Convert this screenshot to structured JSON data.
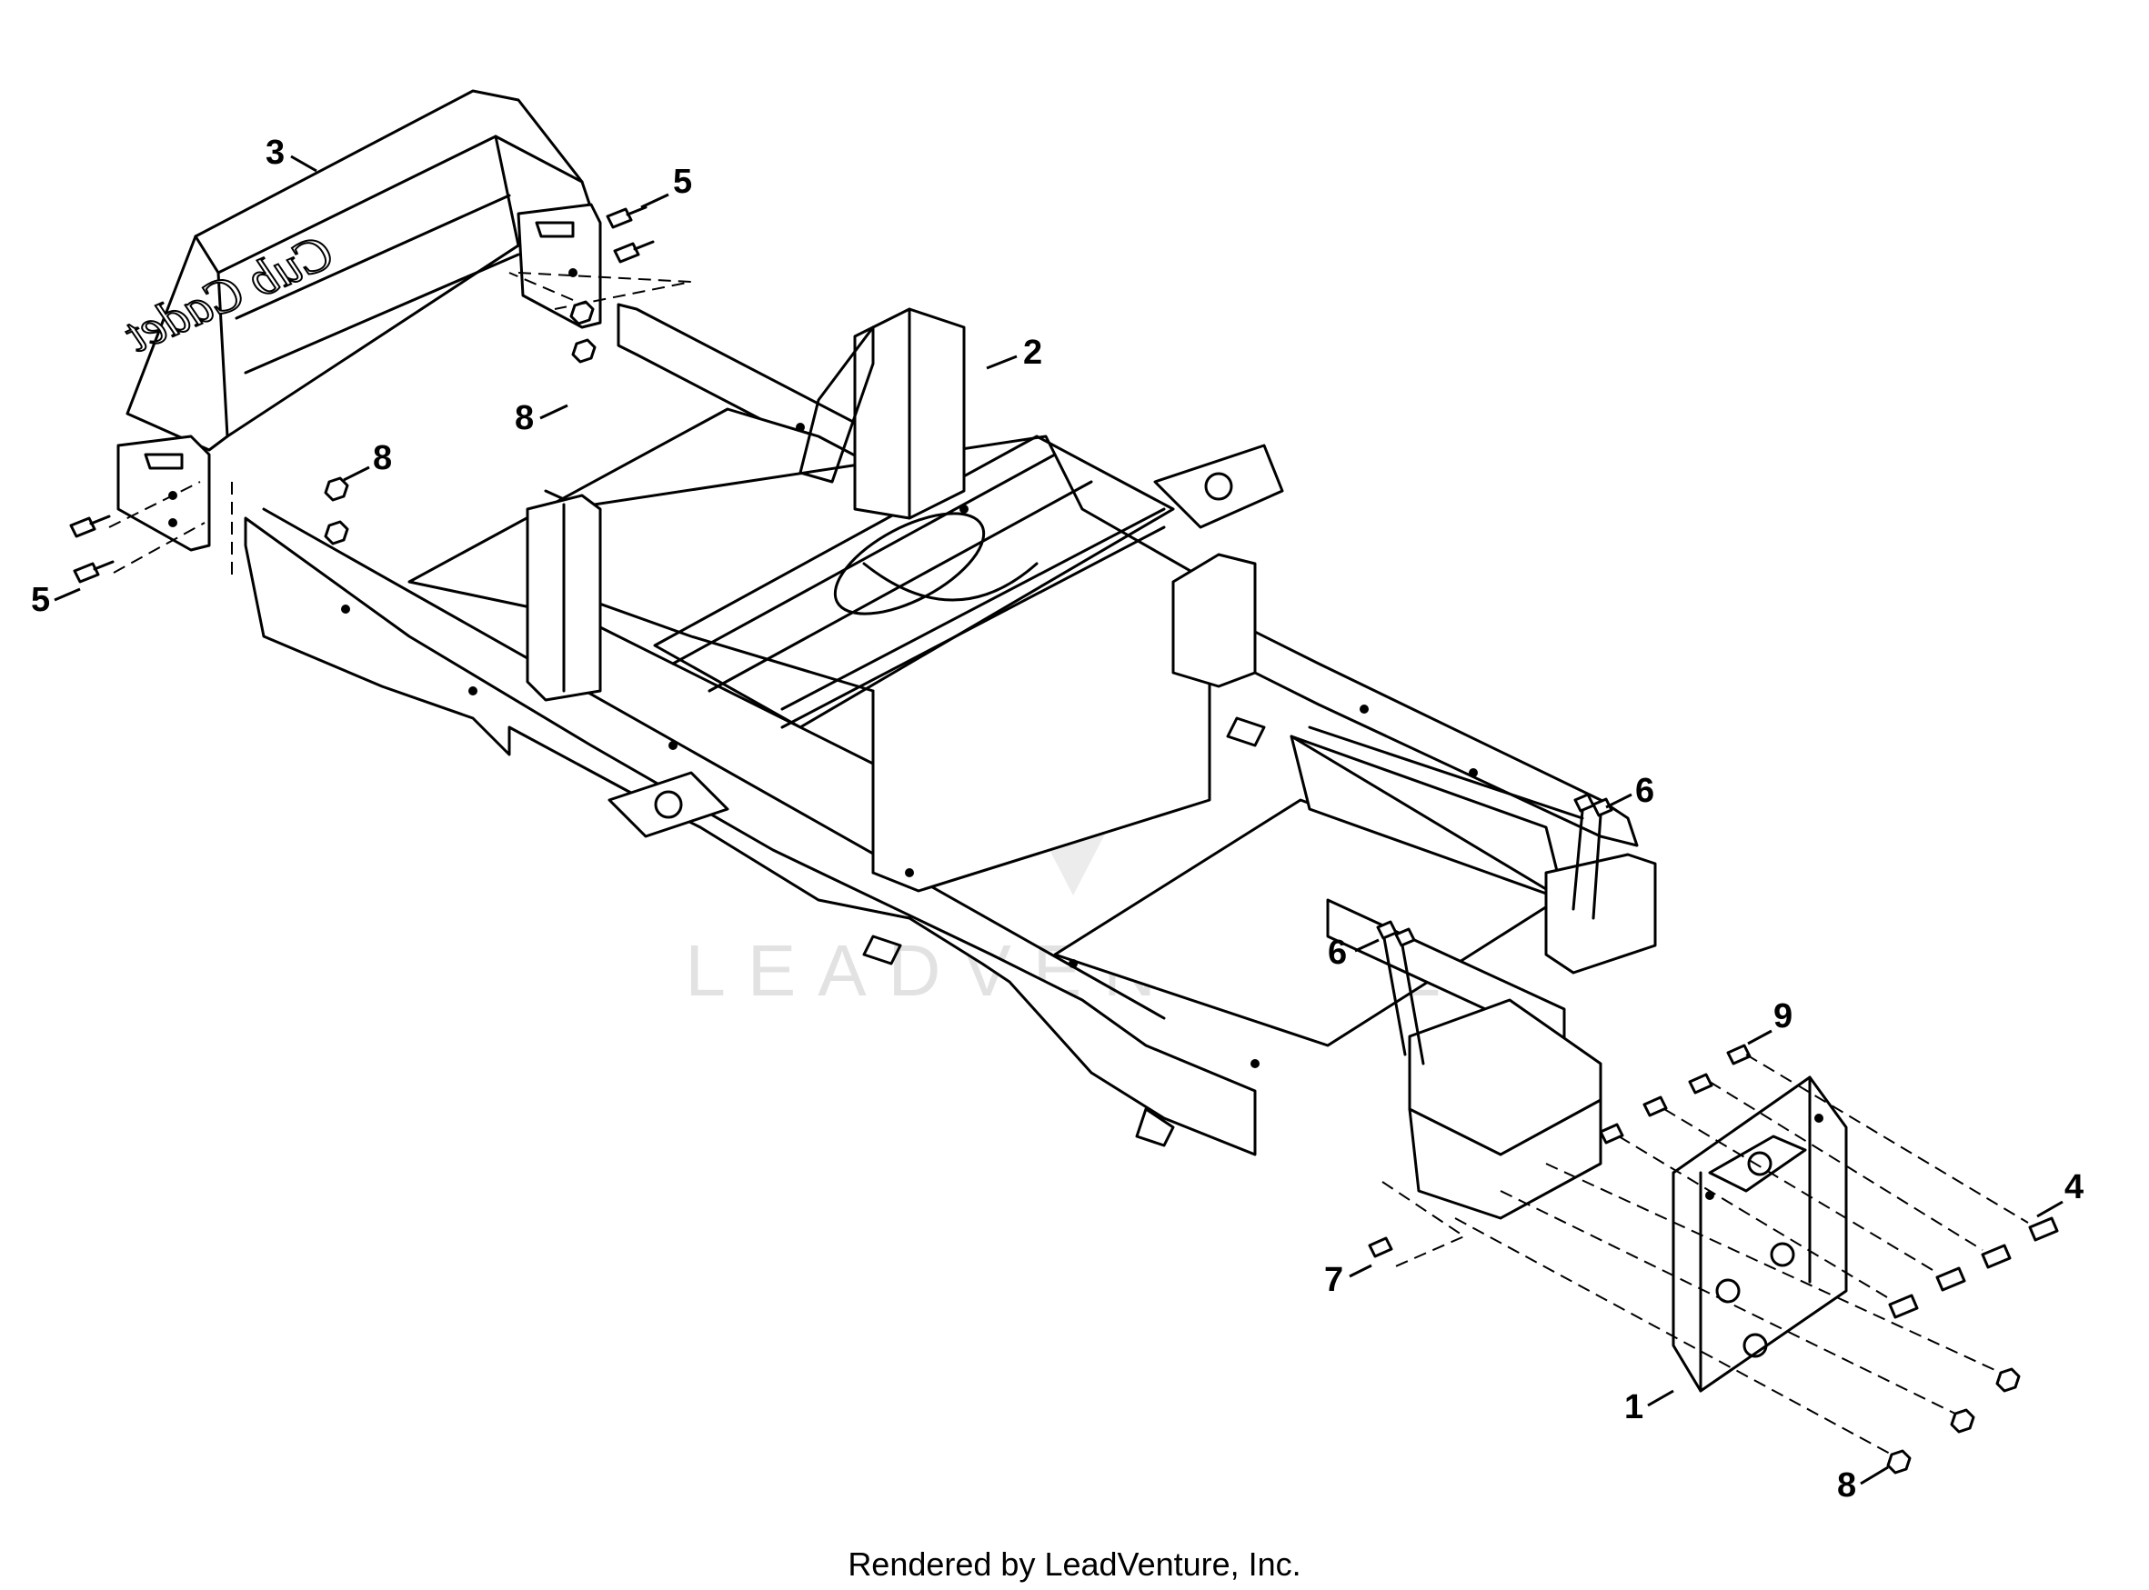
{
  "watermark": "LEADVENTURE",
  "footer": "Rendered by LeadVenture, Inc.",
  "brand_lettering": "Cub Cadet",
  "callouts": [
    "1",
    "2",
    "3",
    "4",
    "5",
    "5",
    "6",
    "6",
    "7",
    "8",
    "8",
    "8",
    "9"
  ],
  "colors": {
    "line": "#000000",
    "background": "#ffffff",
    "watermark": "#e2e2e2"
  }
}
